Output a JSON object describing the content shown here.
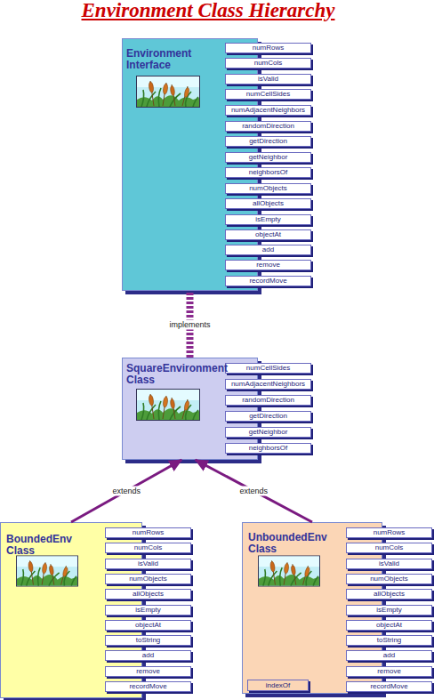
{
  "diagram": {
    "title": "Environment Class Hierarchy",
    "nodes": [
      {
        "text": [
          "Environment Interface"
        ]
      },
      {
        "text": [
          "numRows"
        ],
        "in": 0
      },
      {
        "text": [
          "numCols"
        ],
        "in": 0
      },
      {
        "text": [
          "isValid"
        ],
        "in": 0
      },
      {
        "text": [
          "numCellSides"
        ],
        "in": 0
      },
      {
        "text": [
          "numAdjacentNeighbors"
        ],
        "in": 0
      },
      {
        "text": [
          "randomDirection"
        ],
        "in": 0
      },
      {
        "text": [
          "getDirection"
        ],
        "in": 0
      },
      {
        "text": [
          "getNeighbor"
        ],
        "in": 0
      },
      {
        "text": [
          "neighborsOf"
        ],
        "in": 0
      },
      {
        "text": [
          "numObjects"
        ],
        "in": 0
      },
      {
        "text": [
          "allObjects"
        ],
        "in": 0
      },
      {
        "text": [
          "isEmpty"
        ],
        "in": 0
      },
      {
        "text": [
          "objectAt"
        ],
        "in": 0
      },
      {
        "text": [
          "add"
        ],
        "in": 0
      },
      {
        "text": [
          "remove"
        ],
        "in": 0
      },
      {
        "text": [
          "recordMove"
        ],
        "in": 0
      },
      {
        "text": [
          "SquareEnvironment Class"
        ]
      },
      {
        "text": [
          "numCellSides"
        ],
        "in": 17
      },
      {
        "text": [
          "numAdjacentNeighbors"
        ],
        "in": 17
      },
      {
        "text": [
          "randomDirection"
        ],
        "in": 17
      },
      {
        "text": [
          "getDirection"
        ],
        "in": 17
      },
      {
        "text": [
          "getNeighbor"
        ],
        "in": 17
      },
      {
        "text": [
          "neighborsOf"
        ],
        "in": 17
      },
      {
        "text": [
          "BoundedEnv Class"
        ]
      },
      {
        "text": [
          "numRows"
        ],
        "in": 24
      },
      {
        "text": [
          "numCols"
        ],
        "in": 24
      },
      {
        "text": [
          "isValid"
        ],
        "in": 24
      },
      {
        "text": [
          "numObjects"
        ],
        "in": 24
      },
      {
        "text": [
          "allObjects"
        ],
        "in": 24
      },
      {
        "text": [
          "isEmpty"
        ],
        "in": 24
      },
      {
        "text": [
          "objectAt"
        ],
        "in": 24
      },
      {
        "text": [
          "toString"
        ],
        "in": 24
      },
      {
        "text": [
          "add"
        ],
        "in": 24
      },
      {
        "text": [
          "remove"
        ],
        "in": 24
      },
      {
        "text": [
          "recordMove"
        ],
        "in": 24
      },
      {
        "text": [
          "UnboundedEnv Class"
        ]
      },
      {
        "text": [
          "numRows"
        ],
        "in": 36
      },
      {
        "text": [
          "numCols"
        ],
        "in": 36
      },
      {
        "text": [
          "isValid"
        ],
        "in": 36
      },
      {
        "text": [
          "numObjects"
        ],
        "in": 36
      },
      {
        "text": [
          "allObjects"
        ],
        "in": 36
      },
      {
        "text": [
          "isEmpty"
        ],
        "in": 36
      },
      {
        "text": [
          "objectAt"
        ],
        "in": 36
      },
      {
        "text": [
          "toString"
        ],
        "in": 36
      },
      {
        "text": [
          "add"
        ],
        "in": 36
      },
      {
        "text": [
          "remove"
        ],
        "in": 36
      },
      {
        "text": [
          "recordMove"
        ],
        "in": 36
      },
      {
        "text": [
          "indexOf"
        ],
        "in": 36
      }
    ],
    "edges": [
      {
        "from": 17,
        "to": 0,
        "label": "implements",
        "arrow": "none"
      },
      {
        "from": 24,
        "to": 17,
        "label": "extends",
        "arrow": "to"
      },
      {
        "from": 36,
        "to": 17,
        "label": "extends",
        "arrow": "to"
      }
    ]
  }
}
